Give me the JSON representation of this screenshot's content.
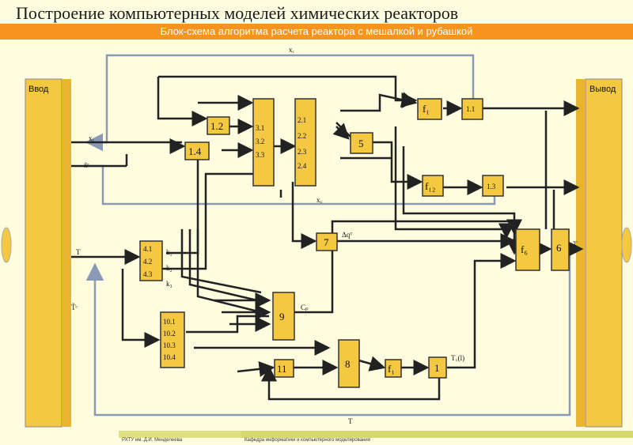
{
  "title": "Построение компьютерных моделей химических реакторов",
  "subtitle": "Блок-схема алгоритма расчета реактора с мешалкой и рубашкой",
  "input_label": "Ввод",
  "output_label": "Вывод",
  "blocks": {
    "b12": "1.2",
    "b14": "1.4",
    "b31": "3.1",
    "b32": "3.2",
    "b33": "3.3",
    "b21": "2.1",
    "b22": "2.2",
    "b23": "2.3",
    "b24": "2.4",
    "b5": "5",
    "b7": "7",
    "b41": "4.1",
    "b42": "4.2",
    "b43": "4.3",
    "b9": "9",
    "b101": "10.1",
    "b102": "10.2",
    "b103": "10.3",
    "b104": "10.4",
    "b8": "8",
    "b11": "11",
    "b6": "6",
    "b1a": "1.1",
    "b1b": "1.3",
    "b1c": "1",
    "f1": "f₁",
    "f12": "f₁₂",
    "f6": "f₆",
    "f8": "f₁"
  },
  "signals": {
    "xr": "xᵣ",
    "xc": "x̃ᶜ",
    "xe": "x̃ₑ",
    "T": "T",
    "Tc": "T̃ᶜ",
    "k1": "k₁",
    "k2": "k₂",
    "k3": "k₃",
    "dq": "Δqᵀ",
    "Cp": "Cₚ",
    "Tt": "T꜀(l)",
    "Tbot": "T",
    "xtop": "xᵣ",
    "xmid": "x꜀"
  },
  "footer": {
    "left": "РХТУ им. Д.И. Менделеева",
    "right": "Кафедра информатики и компьютерного моделирования"
  }
}
